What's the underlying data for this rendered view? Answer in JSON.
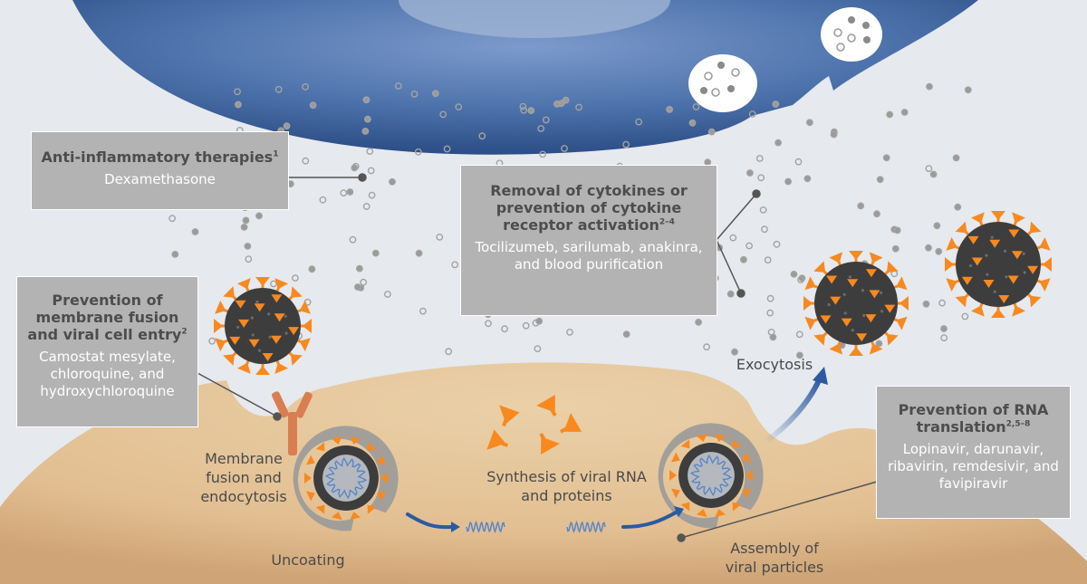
{
  "therapies": {
    "anti_inflammatory": {
      "title": "Anti-inflammatory therapies",
      "ref": "1",
      "drugs": "Dexamethasone"
    },
    "cytokine_removal": {
      "title": "Removal of cytokines or prevention of cytokine receptor activation",
      "ref": "2–4",
      "drugs": "Tocilizumeb, sarilumab, anakinra, and blood purification"
    },
    "membrane_fusion": {
      "title": "Prevention of membrane fusion and viral cell entry",
      "ref": "2",
      "drugs": "Camostat mesylate, chloroquine, and hydroxychloroquine"
    },
    "rna_translation": {
      "title": "Prevention of RNA translation",
      "ref": "2,5–8",
      "drugs": "Lopinavir, darunavir, ribavirin, remdesivir, and favipiravir"
    }
  },
  "stages": {
    "membrane_fusion": "Membrane fusion and endocytosis",
    "uncoating": "Uncoating",
    "synthesis": "Synthesis of viral RNA and proteins",
    "assembly": "Assembly of viral particles",
    "exocytosis": "Exocytosis"
  },
  "colors": {
    "background": "#e6e9ee",
    "immune_cell": "#4f74ad",
    "host_cell": "#e2bf92",
    "virus_core": "#3d3d3d",
    "spike": "#f7891f",
    "box_fill": "#b3b3b3",
    "rna": "#5b86c7"
  }
}
